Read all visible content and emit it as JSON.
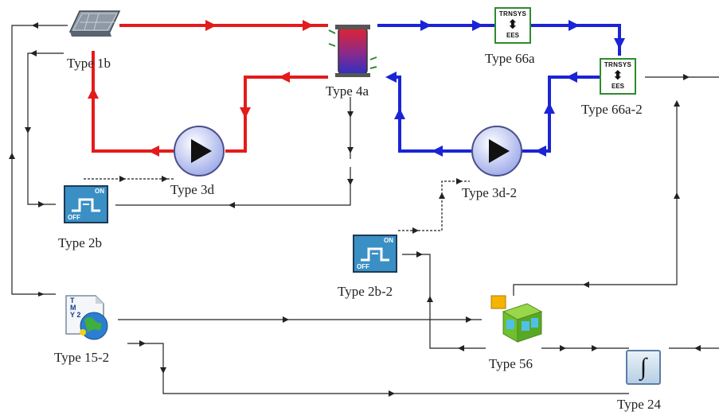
{
  "components": {
    "collector": {
      "label": "Type 1b",
      "icon": "solar-collector-icon"
    },
    "storage_tank": {
      "label": "Type 4a",
      "icon": "storage-tank-icon"
    },
    "ees_link_1": {
      "label": "Type 66a",
      "icon": "trnsys-ees-icon",
      "top_text": "TRNSYS",
      "arrow": "⬍",
      "bottom_text": "EES"
    },
    "ees_link_2": {
      "label": "Type 66a-2",
      "icon": "trnsys-ees-icon",
      "top_text": "TRNSYS",
      "arrow": "⬍",
      "bottom_text": "EES"
    },
    "pump_1": {
      "label": "Type 3d",
      "icon": "pump-icon"
    },
    "pump_2": {
      "label": "Type 3d-2",
      "icon": "pump-icon"
    },
    "controller_1": {
      "label": "Type 2b",
      "icon": "on-off-controller-icon",
      "on_text": "ON",
      "off_text": "OFF"
    },
    "controller_2": {
      "label": "Type 2b-2",
      "icon": "on-off-controller-icon",
      "on_text": "ON",
      "off_text": "OFF"
    },
    "weather": {
      "label": "Type 15-2",
      "icon": "weather-data-icon",
      "tmy_text": "T M Y 2"
    },
    "equation": {
      "label": "Type 56",
      "icon": "building-model-icon"
    },
    "integrator": {
      "label": "Type 24",
      "icon": "integrator-icon",
      "symbol": "∫"
    }
  },
  "colors": {
    "hot_loop": "#e41b1b",
    "cold_loop": "#1a24d6",
    "signal": "#222222",
    "frame_green": "#2e8b2e",
    "controller_blue": "#3a8fc4"
  }
}
